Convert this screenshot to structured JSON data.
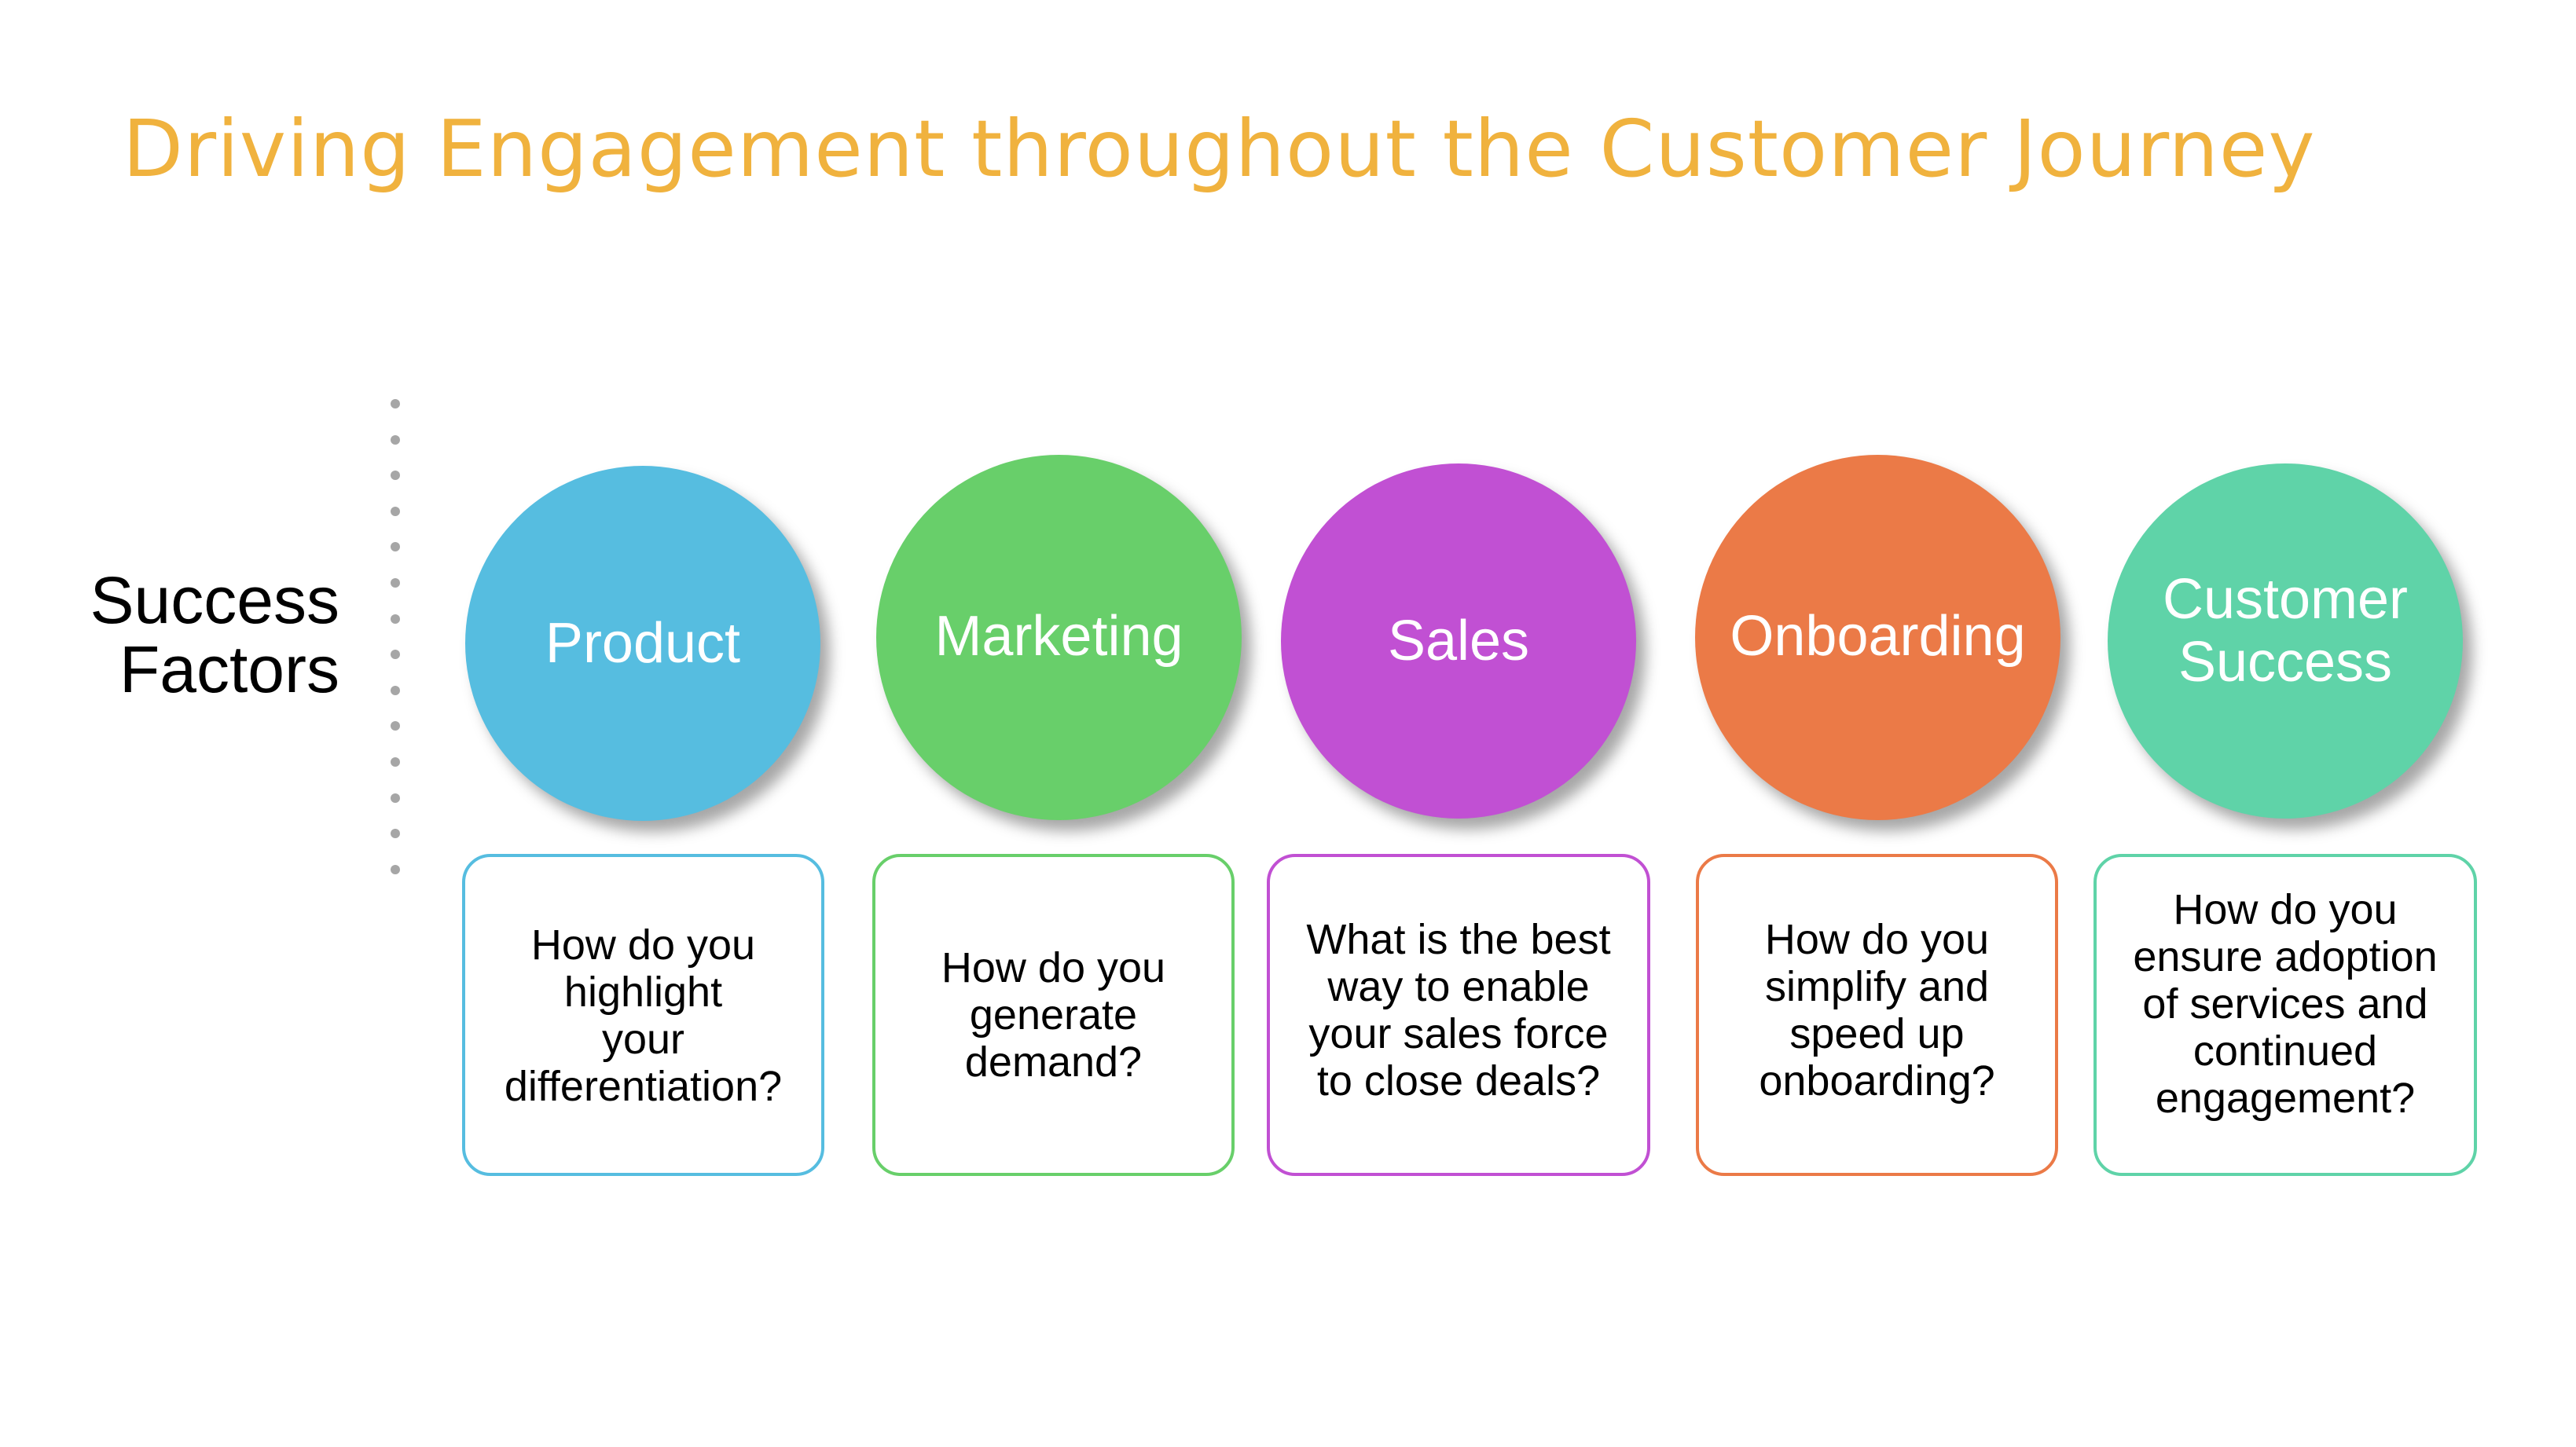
{
  "title": "Driving Engagement throughout the Customer Journey",
  "side_label": {
    "line1": "Success",
    "line2": "Factors"
  },
  "colors": {
    "title": "#F0B23E",
    "product": "#56BDE0",
    "marketing": "#68CF6A",
    "sales": "#C150D3",
    "onboarding": "#EB7A47",
    "customer_success": "#5FD3A8",
    "dots": "#A6A6A6"
  },
  "stages": [
    {
      "name_lines": [
        "Product"
      ],
      "question_lines": [
        "How do you",
        "highlight",
        "your",
        "differentiation?"
      ]
    },
    {
      "name_lines": [
        "Marketing"
      ],
      "question_lines": [
        "How do you",
        "generate",
        "demand?"
      ]
    },
    {
      "name_lines": [
        "Sales"
      ],
      "question_lines": [
        "What is the best",
        "way to enable",
        "your sales force",
        "to close deals?"
      ]
    },
    {
      "name_lines": [
        "Onboarding"
      ],
      "question_lines": [
        "How do you",
        "simplify and",
        "speed up",
        "onboarding?"
      ]
    },
    {
      "name_lines": [
        "Customer",
        "Success"
      ],
      "question_lines": [
        "How do you",
        "ensure adoption",
        "of services and",
        "continued",
        "engagement?"
      ]
    }
  ]
}
